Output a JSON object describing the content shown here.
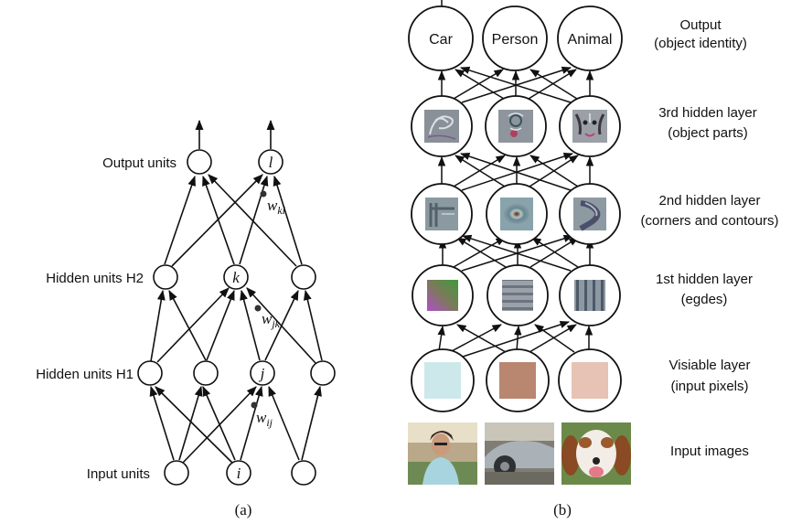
{
  "panel_a": {
    "labels": {
      "output": "Output units",
      "h2": "Hidden units H2",
      "h1": "Hidden units H1",
      "input": "Input units"
    },
    "node_letters": {
      "l": "l",
      "k": "k",
      "j": "j",
      "i": "i"
    },
    "weights": {
      "wkl": {
        "w": "w",
        "sub": "kl"
      },
      "wjk": {
        "w": "w",
        "sub": "jk"
      },
      "wij": {
        "w": "w",
        "sub": "ij"
      }
    },
    "caption": "(a)"
  },
  "panel_b": {
    "output_nodes": [
      "Car",
      "Person",
      "Animal"
    ],
    "layer_labels": {
      "output": [
        "Output",
        "(object identity)"
      ],
      "h3": [
        "3rd hidden layer",
        "(object parts)"
      ],
      "h2": [
        "2nd hidden layer",
        "(corners and contours)"
      ],
      "h1": [
        "1st hidden layer",
        "(egdes)"
      ],
      "visible": [
        "Visiable layer",
        "(input pixels)"
      ],
      "images": [
        "Input images"
      ]
    },
    "pixel_colors": [
      "#cde8ea",
      "#b98670",
      "#e6c3b4"
    ],
    "caption": "(b)"
  }
}
